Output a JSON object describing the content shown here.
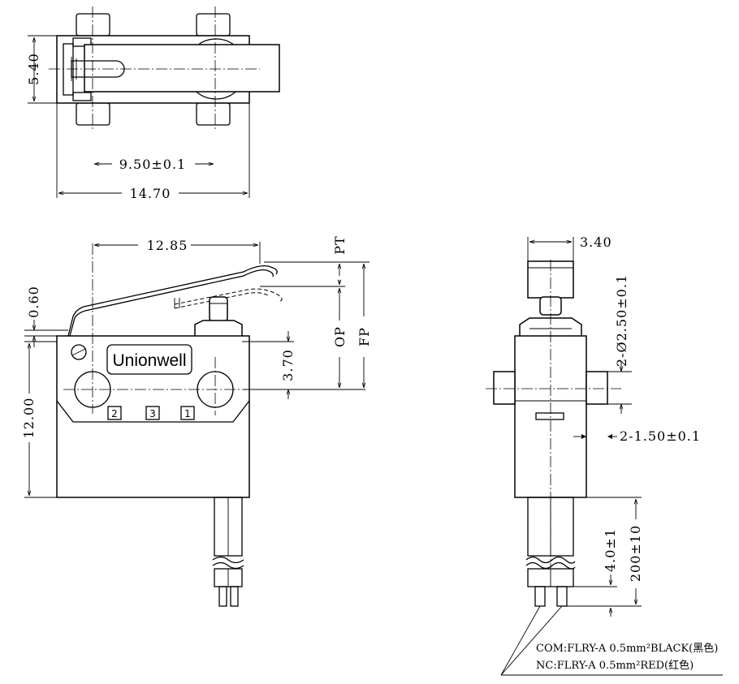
{
  "top_view": {
    "dim_height": "5.40",
    "dim_pitch": "9.50±0.1",
    "dim_length": "14.70"
  },
  "front_view": {
    "dim_lever": "12.85",
    "dim_offset": "0.60",
    "dim_body_height": "12.00",
    "dim_hole": "3.70",
    "label_pt": "PT",
    "label_op": "OP",
    "label_fp": "FP",
    "brand": "Unionwell",
    "pins": [
      "2",
      "3",
      "1"
    ]
  },
  "side_view": {
    "dim_width": "3.40",
    "dim_holes": "2-Ø2.50±0.1",
    "dim_bosses": "2-1.50±0.1",
    "dim_strip": "4.0±1",
    "dim_lead": "200±10"
  },
  "notes": {
    "com_wire": "COM:FLRY-A 0.5mm²BLACK(黑色)",
    "nc_wire": "NC:FLRY-A 0.5mm²RED(红色)"
  }
}
